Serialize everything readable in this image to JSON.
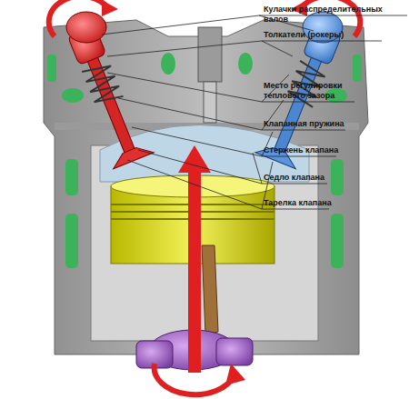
{
  "diagram": {
    "labels": [
      "Кулачки распределительных валов",
      "Толкатели (рокеры)",
      "Место регулировки теплового зазора",
      "Клапанная пружина",
      "Стержень клапана",
      "Седло клапана",
      "Тарелка клапана"
    ]
  }
}
